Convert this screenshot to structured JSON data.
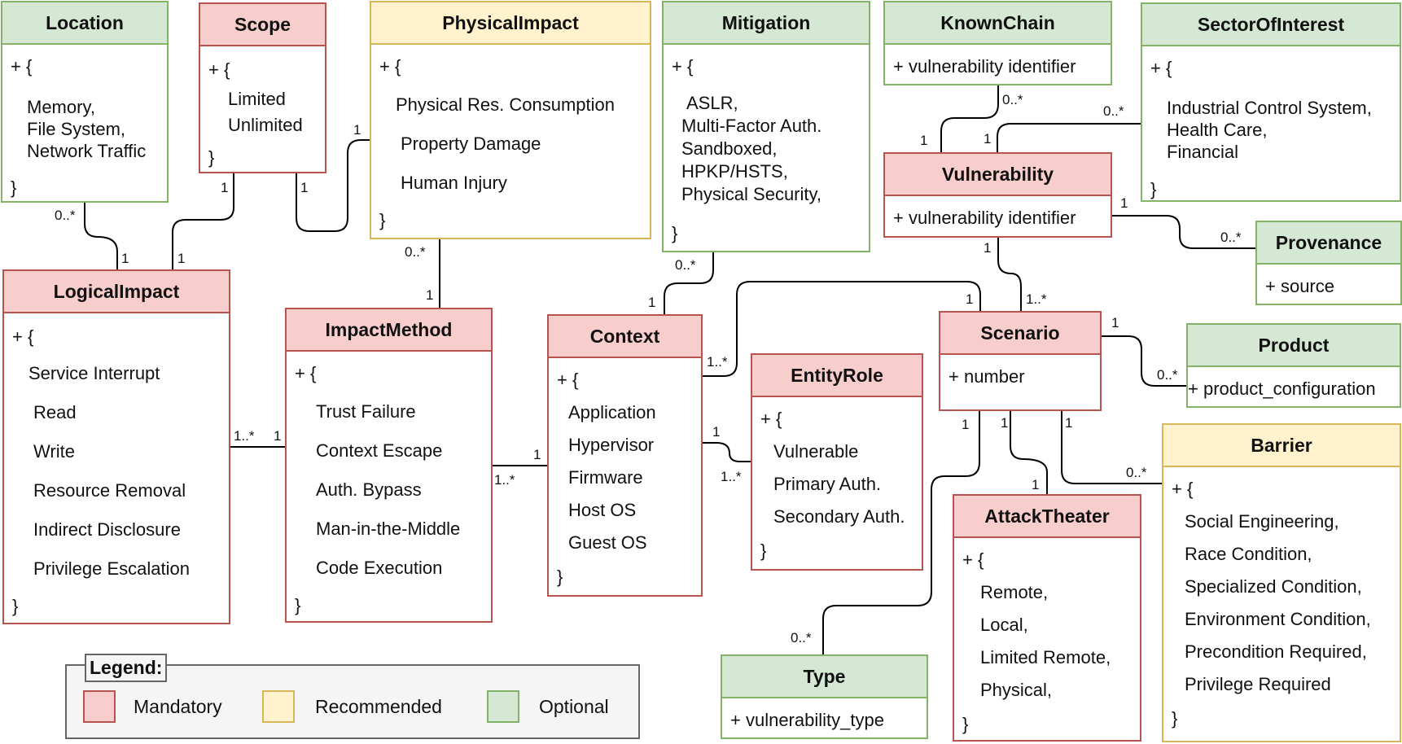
{
  "boxes": {
    "location": {
      "title": "Location",
      "lines": [
        "+ {",
        "Memory,",
        "File System,",
        "Network Traffic",
        "}"
      ]
    },
    "scope": {
      "title": "Scope",
      "lines": [
        "+ {",
        "Limited",
        "Unlimited",
        "}"
      ]
    },
    "physical_impact": {
      "title": "PhysicalImpact",
      "lines": [
        "+ {",
        "Physical Res. Consumption",
        "Property Damage",
        "Human Injury",
        "}"
      ]
    },
    "mitigation": {
      "title": "Mitigation",
      "lines": [
        "+ {",
        "ASLR,",
        "Multi-Factor Auth.",
        "Sandboxed,",
        "HPKP/HSTS,",
        "Physical Security,",
        "}"
      ]
    },
    "known_chain": {
      "title": "KnownChain",
      "lines": [
        "+ vulnerability identifier"
      ]
    },
    "sector_of_interest": {
      "title": "SectorOfInterest",
      "lines": [
        "+ {",
        "Industrial Control System,",
        "Health Care,",
        "Financial",
        "}"
      ]
    },
    "vulnerability": {
      "title": "Vulnerability",
      "lines": [
        "+ vulnerability identifier"
      ]
    },
    "provenance": {
      "title": "Provenance",
      "lines": [
        "+ source"
      ]
    },
    "logical_impact": {
      "title": "LogicalImpact",
      "lines": [
        "+ {",
        "Service Interrupt",
        "Read",
        "Write",
        "Resource Removal",
        "Indirect Disclosure",
        "Privilege Escalation",
        "}"
      ]
    },
    "impact_method": {
      "title": "ImpactMethod",
      "lines": [
        "+ {",
        "Trust Failure",
        "Context Escape",
        "Auth. Bypass",
        "Man-in-the-Middle",
        "Code Execution",
        "}"
      ]
    },
    "context": {
      "title": "Context",
      "lines": [
        "+ {",
        "Application",
        "Hypervisor",
        "Firmware",
        "Host OS",
        "Guest OS",
        "}"
      ]
    },
    "entity_role": {
      "title": "EntityRole",
      "lines": [
        "+ {",
        "Vulnerable",
        "Primary Auth.",
        "Secondary Auth.",
        "}"
      ]
    },
    "scenario": {
      "title": "Scenario",
      "lines": [
        "+ number"
      ]
    },
    "product": {
      "title": "Product",
      "lines": [
        "+ product_configuration"
      ]
    },
    "barrier": {
      "title": "Barrier",
      "lines": [
        "+ {",
        "Social Engineering,",
        "Race Condition,",
        "Specialized Condition,",
        "Environment Condition,",
        "Precondition Required,",
        "Privilege Required",
        "}"
      ]
    },
    "attack_theater": {
      "title": "AttackTheater",
      "lines": [
        "+ {",
        "Remote,",
        "Local,",
        "Limited Remote,",
        "Physical,",
        "}"
      ]
    },
    "type": {
      "title": "Type",
      "lines": [
        "+ vulnerability_type"
      ]
    }
  },
  "multiplicities": [
    "0..*",
    "1",
    "1",
    "1",
    "1",
    "1",
    "0..*",
    "1",
    "1..*",
    "1",
    "1",
    "1..*",
    "0..*",
    "1",
    "1..*",
    "1",
    "1..*",
    "1",
    "0..*",
    "1",
    "1",
    "0..*",
    "1",
    "0..*",
    "1",
    "1..*",
    "1",
    "0..*",
    "1",
    "1",
    "1",
    "0..*",
    "1",
    "0..*"
  ],
  "legend": {
    "title": "Legend:",
    "items": [
      {
        "label": "Mandatory",
        "fill": "#f8cecc",
        "stroke": "#b85450"
      },
      {
        "label": "Recommended",
        "fill": "#fff2cc",
        "stroke": "#d6b656"
      },
      {
        "label": "Optional",
        "fill": "#d5e8d4",
        "stroke": "#82b366"
      }
    ]
  },
  "colors": {
    "mandatory_fill": "#f8cecc",
    "mandatory_stroke": "#b85450",
    "recommended_fill": "#fff2cc",
    "recommended_stroke": "#d6b656",
    "optional_fill": "#d5e8d4",
    "optional_stroke": "#82b366",
    "connector": "#000000"
  }
}
